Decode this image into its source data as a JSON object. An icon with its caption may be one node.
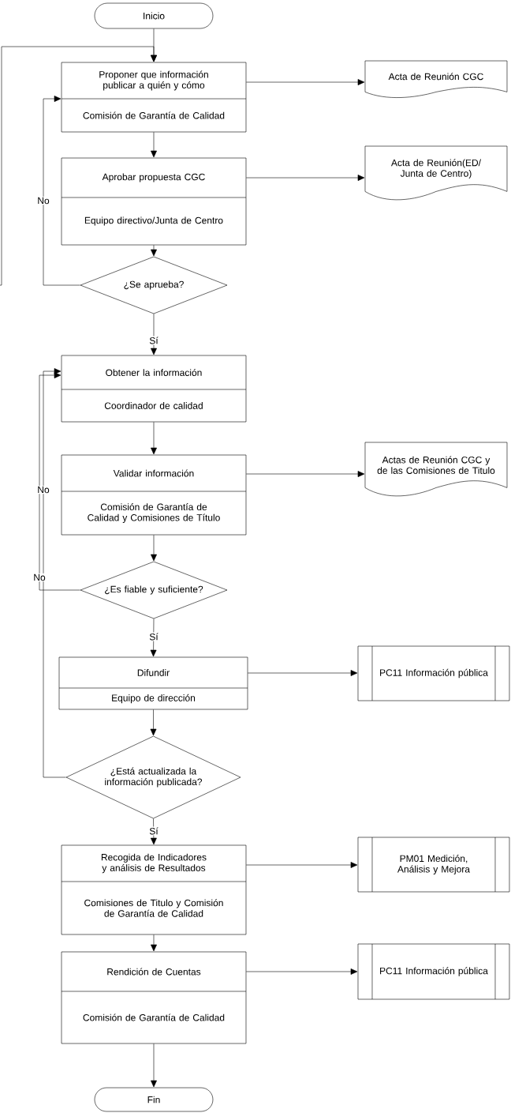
{
  "diagram": {
    "nodes": [
      {
        "text": [
          "Inicio"
        ]
      },
      {
        "text": [
          "Proponer que información publicar a quién y cómo",
          "Comisión de Garantía de Calidad"
        ]
      },
      {
        "text": [
          "Acta de Reunión CGC"
        ]
      },
      {
        "text": [
          "Aprobar propuesta CGC",
          "Equipo directivo/Junta de Centro"
        ]
      },
      {
        "text": [
          "Acta de Reunión(ED/ Junta de Centro)"
        ]
      },
      {
        "text": [
          "¿Se aprueba?"
        ]
      },
      {
        "text": [
          "Obtener la información",
          "Coordinador de calidad"
        ]
      },
      {
        "text": [
          "Validar información",
          "Comisión de Garantía de Calidad y Comisiones de Título"
        ]
      },
      {
        "text": [
          "Actas de Reunión CGC y de las Comisiones de Titulo"
        ]
      },
      {
        "text": [
          "¿Es fiable y suficiente?"
        ]
      },
      {
        "text": [
          "Difundir",
          "Equipo de dirección"
        ]
      },
      {
        "text": [
          "PC11 Información pública"
        ]
      },
      {
        "text": [
          "¿Está actualizada la información publicada?"
        ]
      },
      {
        "text": [
          "Recogida de Indicadores y análisis de Resultados",
          "Comisiones de Titulo y Comisión de Garantía de Calidad"
        ]
      },
      {
        "text": [
          "PM01 Medición, Análisis y Mejora"
        ]
      },
      {
        "text": [
          "Rendición de Cuentas",
          "Comisión de Garantía de Calidad"
        ]
      },
      {
        "text": [
          "PC11 Información pública"
        ]
      },
      {
        "text": [
          "Fin"
        ]
      }
    ],
    "edges": [
      {
        "from": 0,
        "to": 1,
        "arrow": "to"
      },
      {
        "from": 1,
        "to": 2,
        "arrow": "to"
      },
      {
        "from": 1,
        "to": 3,
        "arrow": "to"
      },
      {
        "from": 3,
        "to": 4,
        "arrow": "to"
      },
      {
        "from": 3,
        "to": 5,
        "arrow": "to"
      },
      {
        "from": 5,
        "to": 1,
        "arrow": "to",
        "label": "No"
      },
      {
        "from": 5,
        "to": 6,
        "arrow": "to",
        "label": "Sí"
      },
      {
        "from": 6,
        "to": 7,
        "arrow": "to"
      },
      {
        "from": 7,
        "to": 8,
        "arrow": "to"
      },
      {
        "from": 7,
        "to": 9,
        "arrow": "to"
      },
      {
        "from": 9,
        "to": 6,
        "arrow": "to",
        "label": "No"
      },
      {
        "from": 9,
        "to": 10,
        "arrow": "to",
        "label": "Sí"
      },
      {
        "from": 10,
        "to": 11,
        "arrow": "to"
      },
      {
        "from": 10,
        "to": 12,
        "arrow": "to"
      },
      {
        "from": 12,
        "to": 6,
        "arrow": "to",
        "label": "No"
      },
      {
        "from": 12,
        "to": 13,
        "arrow": "to",
        "label": "Sí"
      },
      {
        "from": 13,
        "to": 14,
        "arrow": "to"
      },
      {
        "from": 13,
        "to": 15,
        "arrow": "to"
      },
      {
        "from": 15,
        "to": 16,
        "arrow": "to"
      },
      {
        "from": 15,
        "to": 17,
        "arrow": "to"
      },
      {
        "from": null,
        "to": 1,
        "arrow": "to"
      }
    ]
  }
}
